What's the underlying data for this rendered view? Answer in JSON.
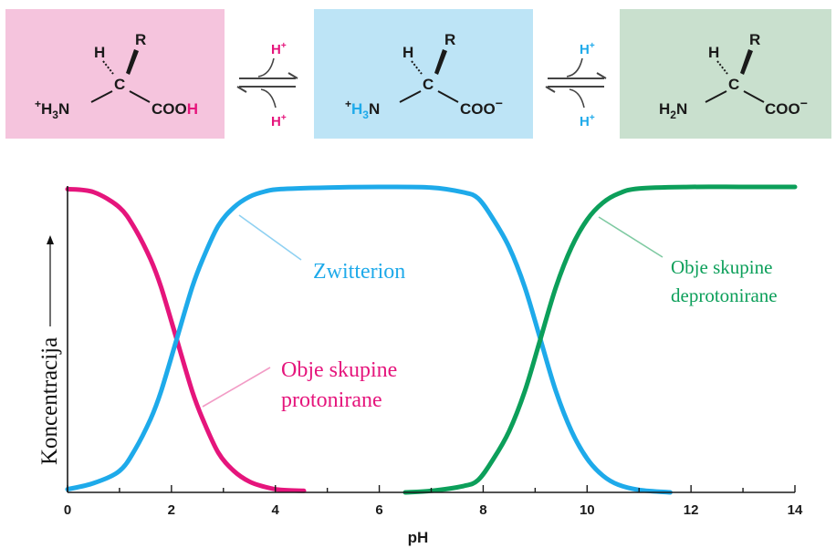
{
  "colors": {
    "protonated": "#e5157c",
    "zwitterion": "#1eaaea",
    "deprotonated": "#0c9f5a",
    "protonated_bg": "#f5c4dd",
    "zwitterion_bg": "#bde4f6",
    "deprotonated_bg": "#c9e0ce",
    "axis": "#1a1a1a"
  },
  "structures": {
    "s1": {
      "h": "H",
      "r": "R",
      "c": "C",
      "amine": "+H3N",
      "acid_main": "COO",
      "acid_h": "H"
    },
    "s2": {
      "h": "H",
      "r": "R",
      "c": "C",
      "amine": "+H3N",
      "acid": "COO−"
    },
    "s3": {
      "h": "H",
      "r": "R",
      "c": "C",
      "amine": "H2N",
      "acid": "COO−"
    },
    "arrows": [
      {
        "top": "H+",
        "bottom": "H+"
      },
      {
        "top": "H+",
        "bottom": "H+"
      }
    ]
  },
  "chart_data": {
    "type": "line",
    "xlabel": "pH",
    "ylabel": "Koncentracija",
    "xlim": [
      0,
      14
    ],
    "ylim": [
      0,
      1
    ],
    "xticks": [
      0,
      2,
      4,
      6,
      8,
      10,
      12,
      14
    ],
    "grid": false,
    "pKa": [
      2.1,
      9.1
    ],
    "series": [
      {
        "name": "Obje skupine protonirane",
        "label_lines": [
          "Obje skupine",
          "protonirane"
        ],
        "color": "#e5157c",
        "x": [
          0,
          0.5,
          1.0,
          1.3,
          1.6,
          1.8,
          2.1,
          2.4,
          2.6,
          2.9,
          3.2,
          3.5,
          3.8,
          4.1,
          4.55
        ],
        "y": [
          0.99,
          0.98,
          0.93,
          0.86,
          0.76,
          0.67,
          0.5,
          0.33,
          0.24,
          0.13,
          0.07,
          0.035,
          0.018,
          0.008,
          0.005
        ]
      },
      {
        "name": "Zwitterion",
        "label_lines": [
          "Zwitterion"
        ],
        "color": "#1eaaea",
        "x": [
          0,
          0.5,
          1.0,
          1.3,
          1.6,
          1.8,
          2.1,
          2.4,
          2.6,
          2.9,
          3.2,
          3.5,
          3.8,
          4.1,
          5.0,
          6.0,
          7.0,
          7.6,
          7.9,
          8.2,
          8.5,
          8.8,
          9.1,
          9.4,
          9.7,
          10.0,
          10.3,
          10.6,
          11.0,
          11.6
        ],
        "y": [
          0.01,
          0.03,
          0.07,
          0.14,
          0.24,
          0.33,
          0.5,
          0.67,
          0.76,
          0.87,
          0.93,
          0.965,
          0.982,
          0.99,
          0.995,
          0.997,
          0.995,
          0.98,
          0.96,
          0.89,
          0.8,
          0.67,
          0.5,
          0.33,
          0.2,
          0.11,
          0.055,
          0.025,
          0.008,
          0.0
        ]
      },
      {
        "name": "Obje skupine deprotonirane",
        "label_lines": [
          "Obje skupine",
          "deprotonirane"
        ],
        "color": "#0c9f5a",
        "x": [
          6.5,
          7.0,
          7.6,
          7.9,
          8.2,
          8.5,
          8.8,
          9.1,
          9.4,
          9.7,
          10.0,
          10.3,
          10.6,
          11.0,
          12.0,
          13.0,
          14.0
        ],
        "y": [
          0.0,
          0.005,
          0.02,
          0.04,
          0.11,
          0.2,
          0.33,
          0.5,
          0.67,
          0.8,
          0.89,
          0.945,
          0.975,
          0.992,
          0.997,
          0.997,
          0.997
        ]
      }
    ]
  }
}
